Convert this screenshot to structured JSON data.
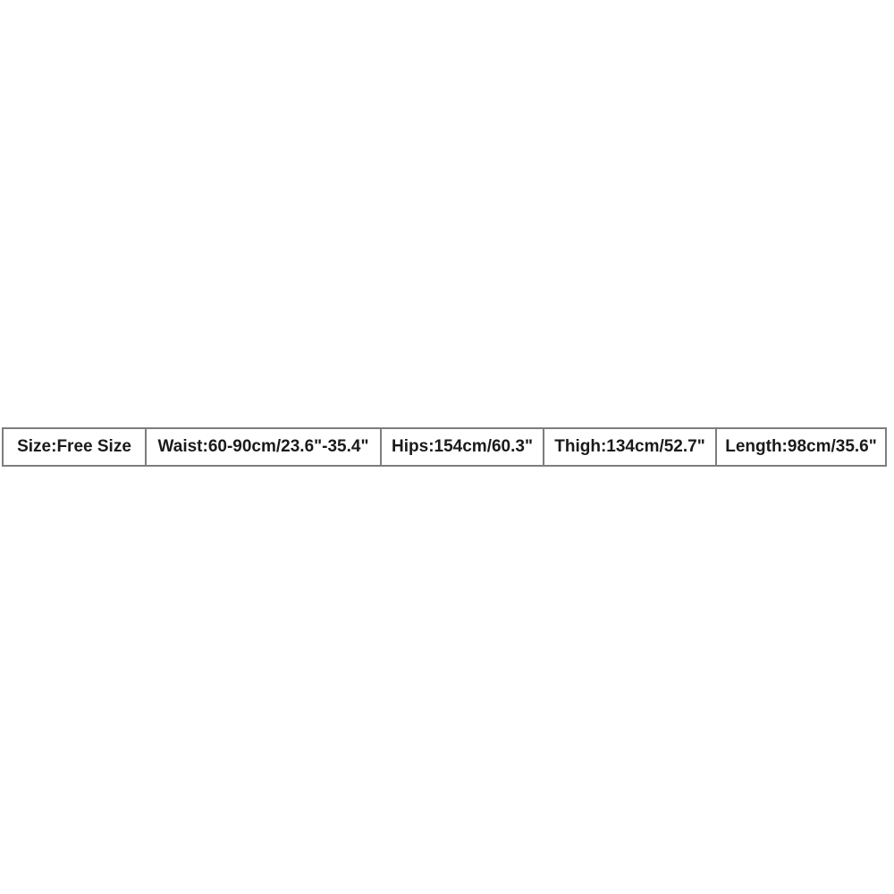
{
  "page": {
    "background_color": "#ffffff"
  },
  "size_chart": {
    "border_color": "#7d7d7d",
    "text_color": "#1a1a1a",
    "cells": [
      {
        "label": "Size:Free Size"
      },
      {
        "label": "Waist:60-90cm/23.6\"-35.4\""
      },
      {
        "label": "Hips:154cm/60.3\""
      },
      {
        "label": "Thigh:134cm/52.7\""
      },
      {
        "label": "Length:98cm/35.6\""
      }
    ]
  }
}
